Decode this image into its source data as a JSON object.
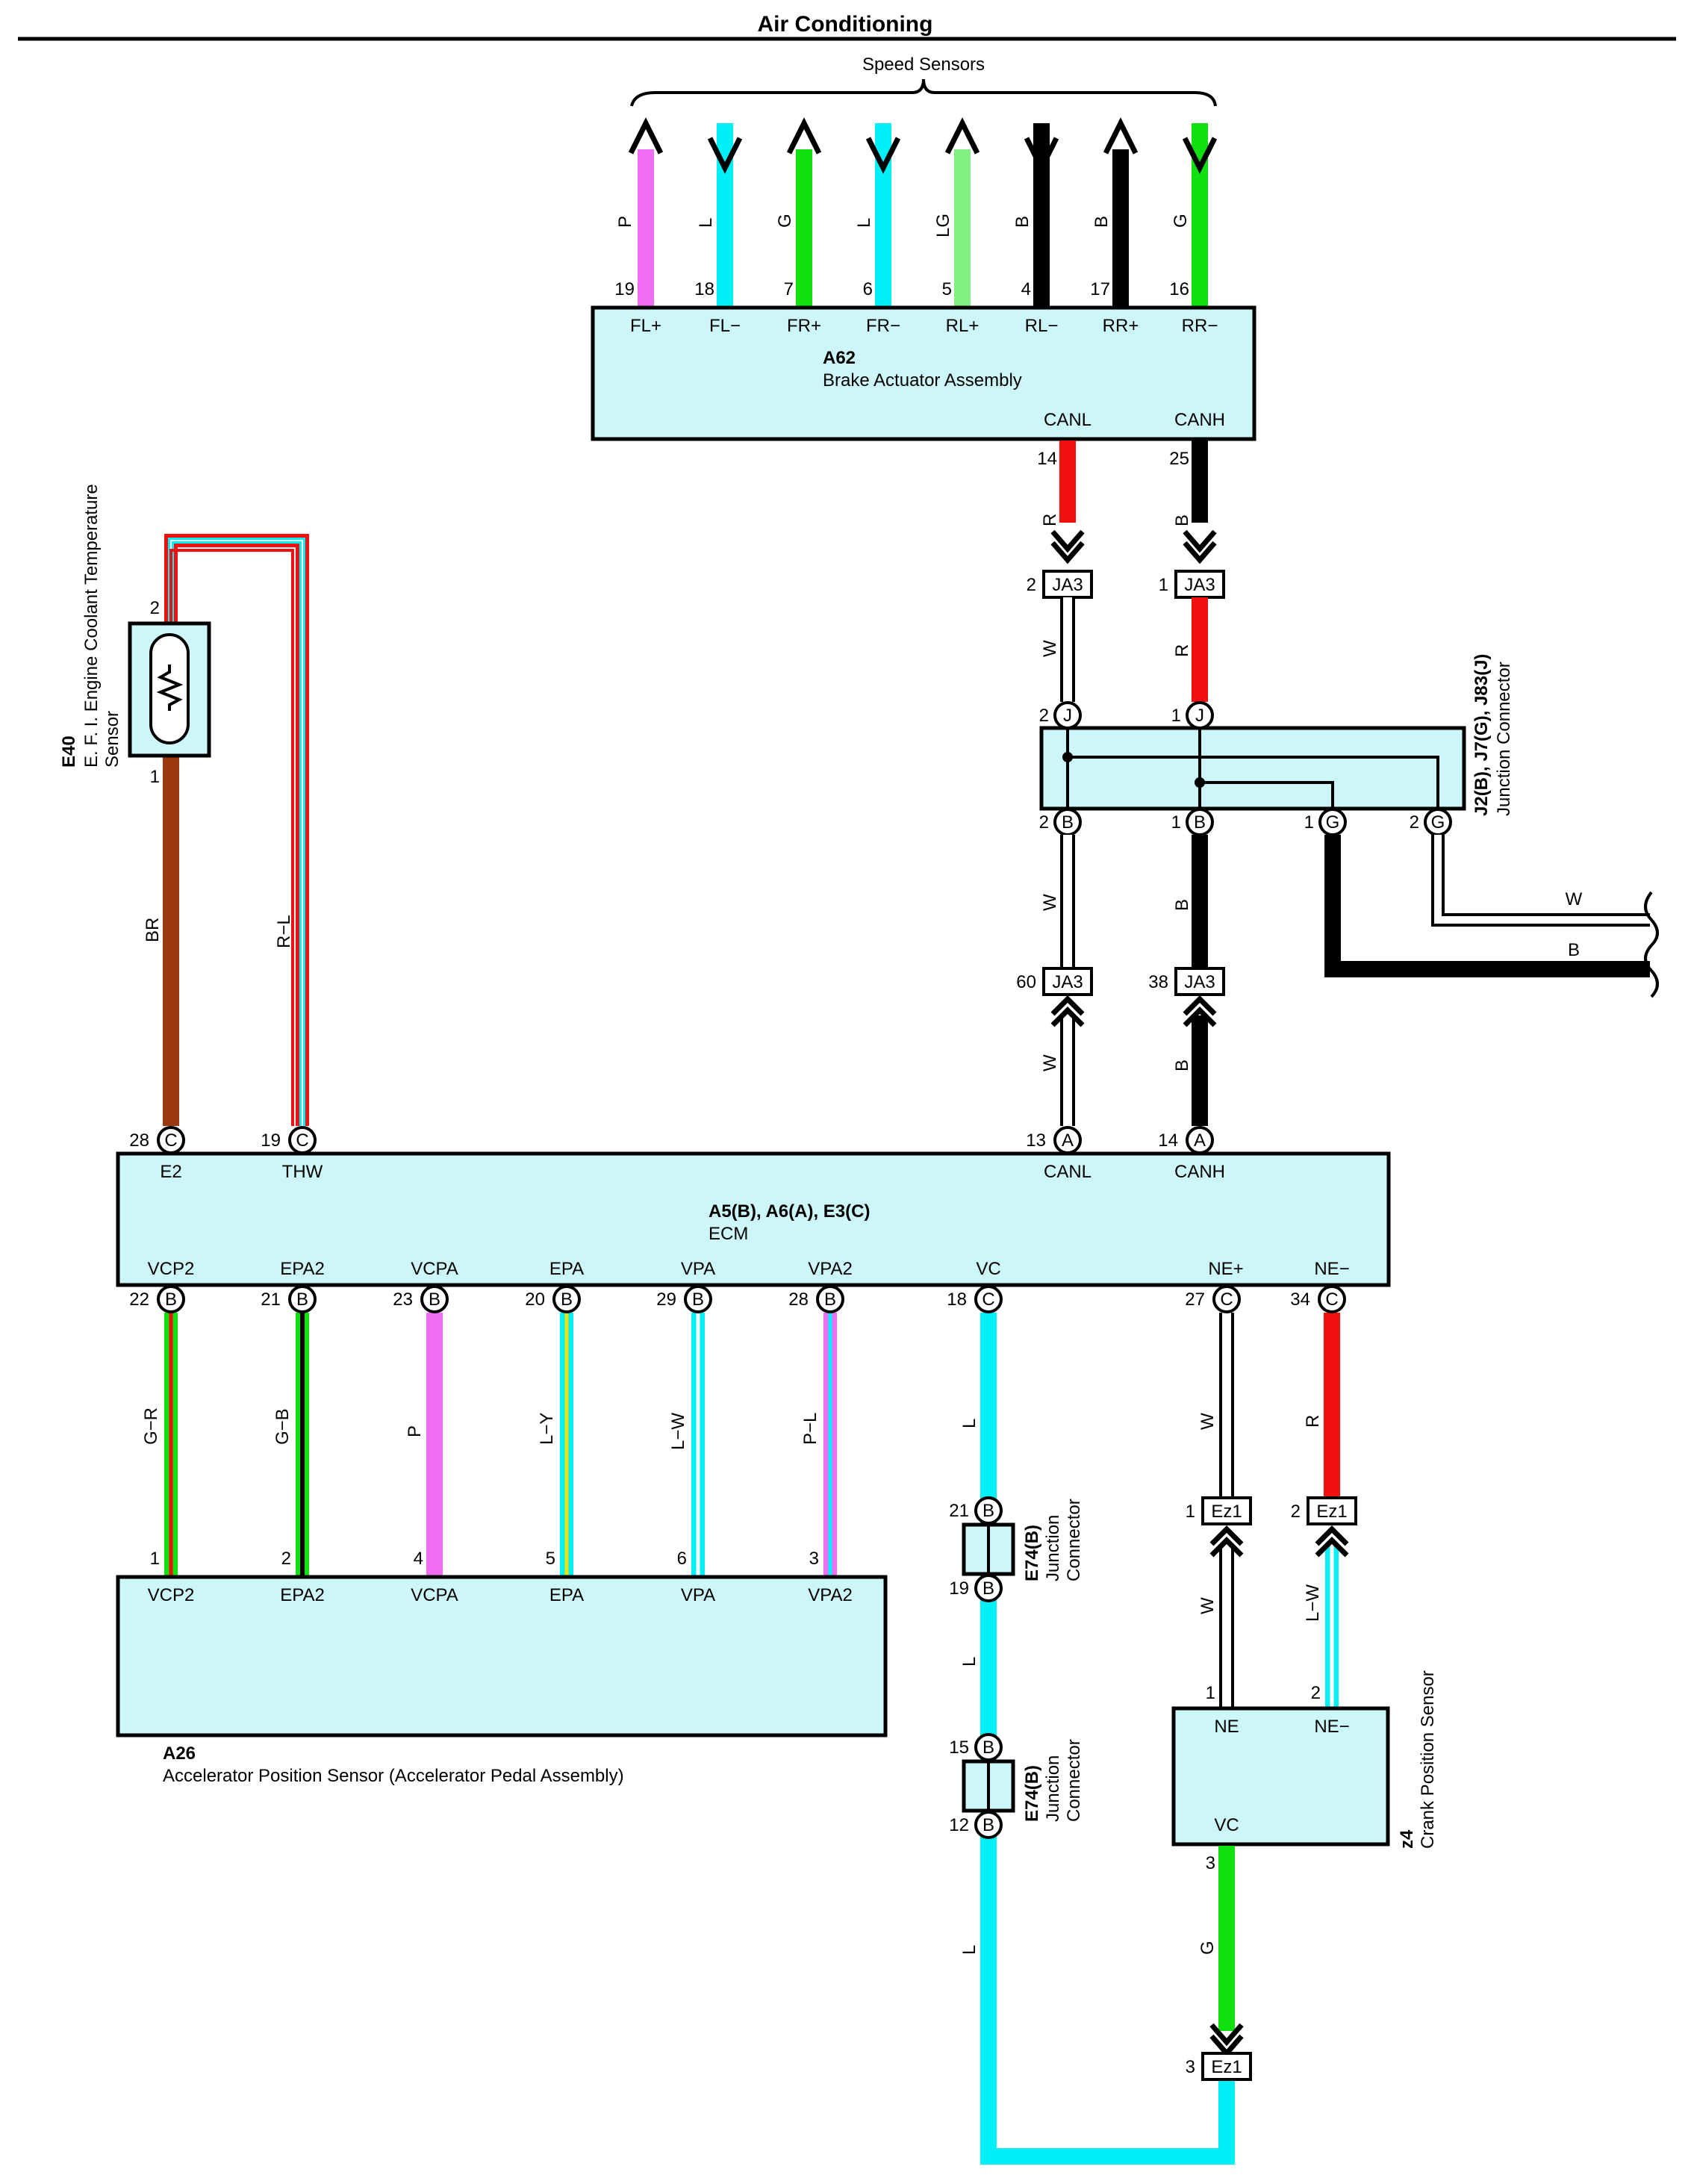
{
  "title": "Air Conditioning",
  "colors": {
    "P": "#f06cf0",
    "L": "#00f0f8",
    "G": "#10e010",
    "LG": "#80f080",
    "B": "#000000",
    "R": "#f01010",
    "W": "#ffffff",
    "BR": "#9a3810",
    "Y": "#f0e000",
    "box_fill": "#cdf6f8"
  },
  "speed_sensors": {
    "label": "Speed Sensors",
    "wires": [
      {
        "color_code": "P",
        "pin": "19",
        "term": "FL+",
        "arrow": "up"
      },
      {
        "color_code": "L",
        "pin": "18",
        "term": "FL−",
        "arrow": "down"
      },
      {
        "color_code": "G",
        "pin": "7",
        "term": "FR+",
        "arrow": "up"
      },
      {
        "color_code": "L",
        "pin": "6",
        "term": "FR−",
        "arrow": "down"
      },
      {
        "color_code": "LG",
        "pin": "5",
        "term": "RL+",
        "arrow": "up"
      },
      {
        "color_code": "B",
        "pin": "4",
        "term": "RL−",
        "arrow": "down"
      },
      {
        "color_code": "B",
        "pin": "17",
        "term": "RR+",
        "arrow": "up"
      },
      {
        "color_code": "G",
        "pin": "16",
        "term": "RR−",
        "arrow": "down"
      }
    ]
  },
  "a62": {
    "id": "A62",
    "name": "Brake Actuator Assembly",
    "canl": "CANL",
    "canh": "CANH",
    "canl_pin": "14",
    "canh_pin": "25",
    "canl_wire": "R",
    "canh_wire": "B"
  },
  "ja3_top": {
    "label": "JA3",
    "left_pin": "2",
    "right_pin": "1",
    "left_wire": "W",
    "right_wire": "R"
  },
  "junction_j": {
    "label_line1": "J2(B), J7(G), J83(J)",
    "label_line2": "Junction Connector",
    "top_left_pin": "2",
    "top_right_pin": "1",
    "top_code": "J",
    "bottom_pins": [
      {
        "pin": "2",
        "code": "B"
      },
      {
        "pin": "1",
        "code": "B"
      },
      {
        "pin": "1",
        "code": "G"
      },
      {
        "pin": "2",
        "code": "G"
      }
    ],
    "out_w": "W",
    "out_b": "B"
  },
  "ja3_bottom": {
    "label": "JA3",
    "left_pin": "60",
    "right_pin": "38",
    "left_wire_top": "W",
    "right_wire_top": "B",
    "left_wire_bot": "W",
    "right_wire_bot": "B"
  },
  "e40": {
    "id": "E40",
    "name_line1": "E. F. I.  Engine Coolant Temperature",
    "name_line2": "Sensor",
    "pin_top": "2",
    "pin_bottom": "1",
    "wire_left": "BR",
    "wire_right": "R−L"
  },
  "ecm": {
    "title": "A5(B), A6(A), E3(C)",
    "name": "ECM",
    "top_terms": [
      {
        "pin": "28",
        "code": "C",
        "term": "E2"
      },
      {
        "pin": "19",
        "code": "C",
        "term": "THW"
      },
      {
        "pin": "13",
        "code": "A",
        "term": "CANL"
      },
      {
        "pin": "14",
        "code": "A",
        "term": "CANH"
      }
    ],
    "bottom_terms": [
      {
        "pin": "22",
        "code": "B",
        "term": "VCP2",
        "wire": "G−R"
      },
      {
        "pin": "21",
        "code": "B",
        "term": "EPA2",
        "wire": "G−B"
      },
      {
        "pin": "23",
        "code": "B",
        "term": "VCPA",
        "wire": "P"
      },
      {
        "pin": "20",
        "code": "B",
        "term": "EPA",
        "wire": "L−Y"
      },
      {
        "pin": "29",
        "code": "B",
        "term": "VPA",
        "wire": "L−W"
      },
      {
        "pin": "28",
        "code": "B",
        "term": "VPA2",
        "wire": "P−L"
      },
      {
        "pin": "18",
        "code": "C",
        "term": "VC",
        "wire": "L"
      },
      {
        "pin": "27",
        "code": "C",
        "term": "NE+",
        "wire": "W"
      },
      {
        "pin": "34",
        "code": "C",
        "term": "NE−",
        "wire": "R"
      }
    ]
  },
  "a26": {
    "id": "A26",
    "name": "Accelerator Position Sensor (Accelerator Pedal Assembly)",
    "terms": [
      {
        "pin": "1",
        "term": "VCP2"
      },
      {
        "pin": "2",
        "term": "EPA2"
      },
      {
        "pin": "4",
        "term": "VCPA"
      },
      {
        "pin": "5",
        "term": "EPA"
      },
      {
        "pin": "6",
        "term": "VPA"
      },
      {
        "pin": "3",
        "term": "VPA2"
      }
    ]
  },
  "e74_upper": {
    "label_line1": "E74(B)",
    "label_line2": "Junction",
    "label_line3": "Connector",
    "pin_top": "21",
    "pin_bottom": "19",
    "code": "B",
    "wire_below": "L"
  },
  "e74_lower": {
    "label_line1": "E74(B)",
    "label_line2": "Junction",
    "label_line3": "Connector",
    "pin_top": "15",
    "pin_bottom": "12",
    "code": "B",
    "wire_below": "L"
  },
  "ez1": {
    "label": "Ez1",
    "left_pin": "1",
    "right_pin": "2",
    "bottom_pin": "3",
    "left_wire_below": "W",
    "right_wire_below": "L−W"
  },
  "z4": {
    "id": "z4",
    "name": "Crank Position Sensor",
    "ne": "NE",
    "ne_minus": "NE−",
    "vc": "VC",
    "pin_ne": "1",
    "pin_ne_minus": "2",
    "pin_vc": "3",
    "vc_wire": "G"
  }
}
